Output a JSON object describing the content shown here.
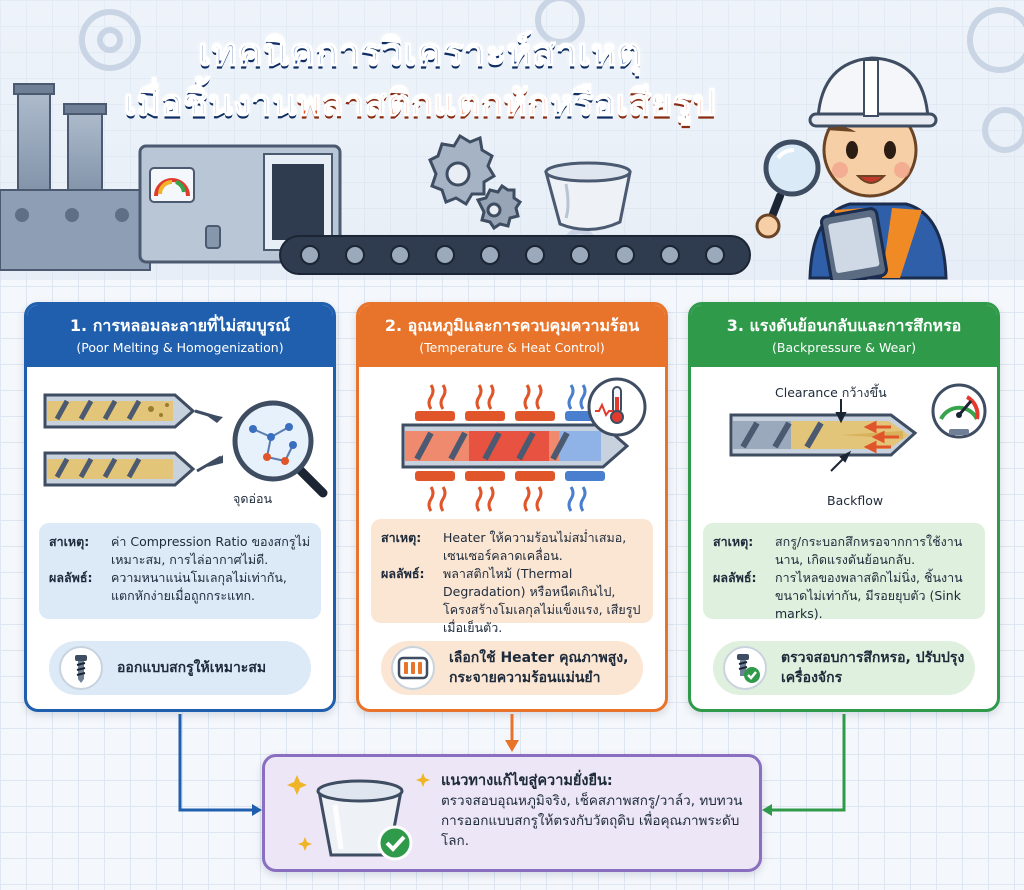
{
  "header": {
    "title_line1": "เทคนิคการวิเคราะห์สาเหตุ",
    "title_line2_a": "เมื่อชิ้นงาน",
    "title_line2_b": "พลาสติกแตกหัก",
    "title_line2_c": "หรือ",
    "title_line2_d": "เสียรูป"
  },
  "colors": {
    "blue": "#1f5fae",
    "orange": "#e8732a",
    "green": "#2f9a4a",
    "purple": "#8a6fc0",
    "title_red": "#e0562a"
  },
  "cards": [
    {
      "title": "1. การหลอมละลายที่ไม่สมบูรณ์",
      "subtitle": "(Poor Melting & Homogenization)",
      "annotation": "จุดอ่อน",
      "cause_label": "สาเหตุ:",
      "cause_text": "ค่า Compression Ratio ของสกรูไม่เหมาะสม, การไล่อากาศไม่ดี.",
      "effect_label": "ผลลัพธ์:",
      "effect_text": "ความหนาแน่นโมเลกุลไม่เท่ากัน, แตกหักง่ายเมื่อถูกกระแทก.",
      "solution": "ออกแบบสกรูให้เหมาะสม",
      "solution_icon": "screw-icon"
    },
    {
      "title": "2. อุณหภูมิและการควบคุมความร้อน",
      "subtitle": "(Temperature & Heat Control)",
      "cause_label": "สาเหตุ:",
      "cause_text": "Heater ให้ความร้อนไม่สม่ำเสมอ, เซนเซอร์คลาดเคลื่อน.",
      "effect_label": "ผลลัพธ์:",
      "effect_text": "พลาสติกไหม้ (Thermal Degradation) หรือหนืดเกินไป, โครงสร้างโมเลกุลไม่แข็งแรง, เสียรูปเมื่อเย็นตัว.",
      "solution": "เลือกใช้ Heater คุณภาพสูง, กระจายความร้อนแม่นยำ",
      "solution_icon": "heater-icon"
    },
    {
      "title": "3. แรงดันย้อนกลับและการสึกหรอ",
      "subtitle": "(Backpressure & Wear)",
      "annotation_top": "Clearance กว้างขึ้น",
      "annotation_bottom": "Backflow",
      "cause_label": "สาเหตุ:",
      "cause_text": "สกรู/กระบอกสึกหรอจากการใช้งานนาน, เกิดแรงดันย้อนกลับ.",
      "effect_label": "ผลลัพธ์:",
      "effect_text": "การไหลของพลาสติกไม่นิ่ง, ชิ้นงานขนาดไม่เท่ากัน, มีรอยยุบตัว (Sink marks).",
      "solution": "ตรวจสอบการสึกหรอ, ปรับปรุงเครื่องจักร",
      "solution_icon": "screw-check-icon"
    }
  ],
  "summary": {
    "heading": "แนวทางแก้ไขสู่ความยั่งยืน:",
    "text": "ตรวจสอบอุณหภูมิจริง, เช็คสภาพสกรู/วาล์ว, ทบทวนการออกแบบสกรูให้ตรงกับวัตถุดิบ เพื่อคุณภาพระดับโลก."
  }
}
